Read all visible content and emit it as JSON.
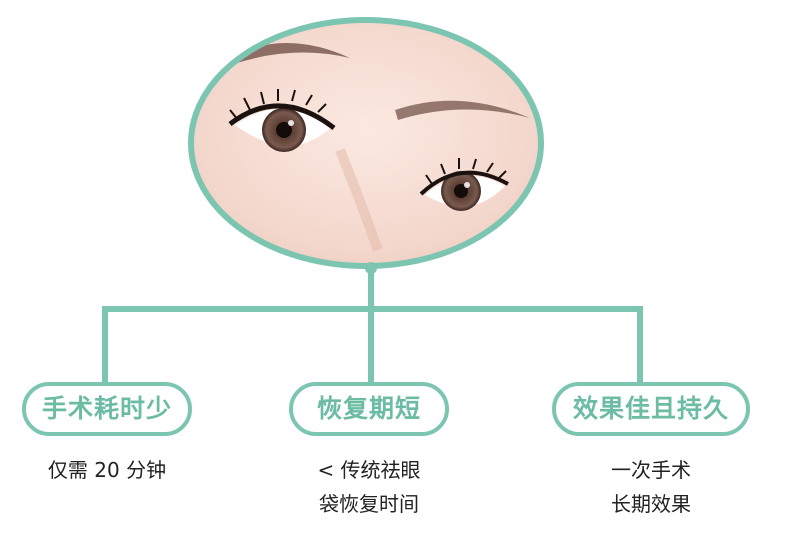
{
  "colors": {
    "accent": "#7cc5b1",
    "label_text": "#6cbca4",
    "desc_text": "#222222"
  },
  "photo": {
    "subject": "close-up of a woman's eyes"
  },
  "branches": [
    {
      "label": "手术耗时少",
      "desc": [
        "仅需 20 分钟"
      ]
    },
    {
      "label": "恢复期短",
      "desc": [
        "< 传统祛眼",
        "袋恢复时间"
      ]
    },
    {
      "label": "效果佳且持久",
      "desc": [
        "一次手术",
        "长期效果"
      ]
    }
  ]
}
